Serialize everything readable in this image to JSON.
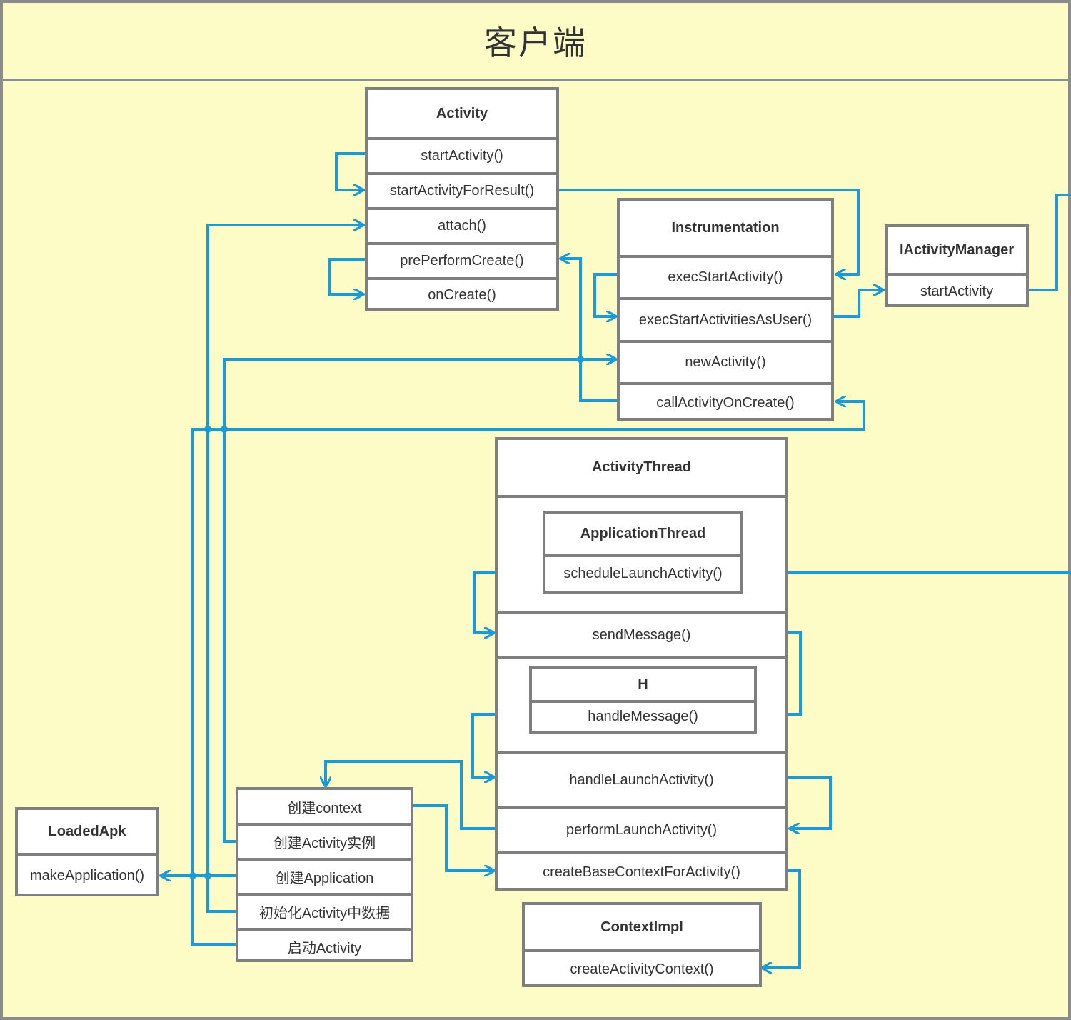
{
  "header": {
    "title": "客户端"
  },
  "activity": {
    "title": "Activity",
    "methods": [
      "startActivity()",
      "startActivityForResult()",
      "attach()",
      "prePerformCreate()",
      "onCreate()"
    ]
  },
  "instrumentation": {
    "title": "Instrumentation",
    "methods": [
      "execStartActivity()",
      "execStartActivitiesAsUser()",
      "newActivity()",
      "callActivityOnCreate()"
    ]
  },
  "iactivity_manager": {
    "title": "IActivityManager",
    "methods": [
      "startActivity"
    ]
  },
  "activity_thread": {
    "title": "ActivityThread",
    "application_thread": {
      "title": "ApplicationThread",
      "method": "scheduleLaunchActivity()"
    },
    "send_message": "sendMessage()",
    "h": {
      "title": "H",
      "method": "handleMessage()"
    },
    "methods": [
      "handleLaunchActivity()",
      "performLaunchActivity()",
      "createBaseContextForActivity()"
    ]
  },
  "steps": {
    "items": [
      "创建context",
      "创建Activity实例",
      "创建Application",
      "初始化Activity中数据",
      "启动Activity"
    ]
  },
  "loaded_apk": {
    "title": "LoadedApk",
    "methods": [
      "makeApplication()"
    ]
  },
  "context_impl": {
    "title": "ContextImpl",
    "methods": [
      "createActivityContext()"
    ]
  },
  "colors": {
    "background": "#fdfbc6",
    "box_border": "#7f7f7f",
    "connector": "#1a9ad6",
    "text": "#333333"
  }
}
